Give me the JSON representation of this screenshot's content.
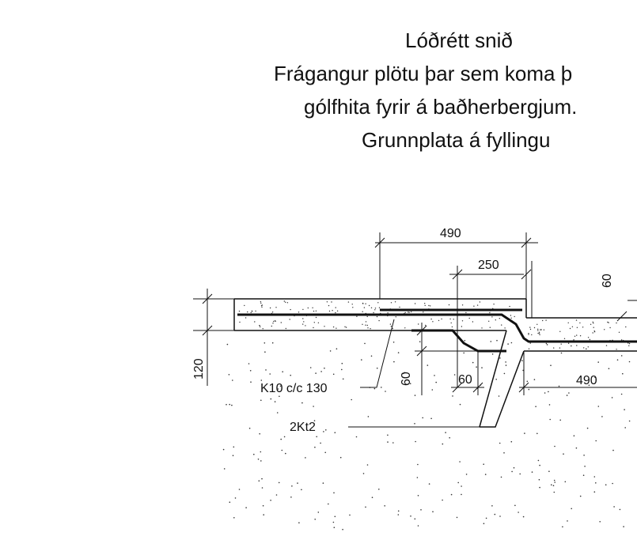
{
  "title": {
    "line1": "Lóðrétt snið",
    "line2": "Frágangur plötu þar sem koma þ",
    "line3": "gólfhita fyrir á baðherbergjum.",
    "line4": "Grunnplata á fyllingu"
  },
  "dimensions": {
    "top_width": "490",
    "inner_offset": "250",
    "step_height": "60",
    "slab_thickness": "120",
    "drop_height": "60",
    "inner_spacing": "60",
    "lower_width": "490"
  },
  "labels": {
    "mesh": "K10 c/c 130",
    "bars": "2Kt2"
  },
  "colors": {
    "ink": "#111111",
    "paper": "#ffffff"
  }
}
